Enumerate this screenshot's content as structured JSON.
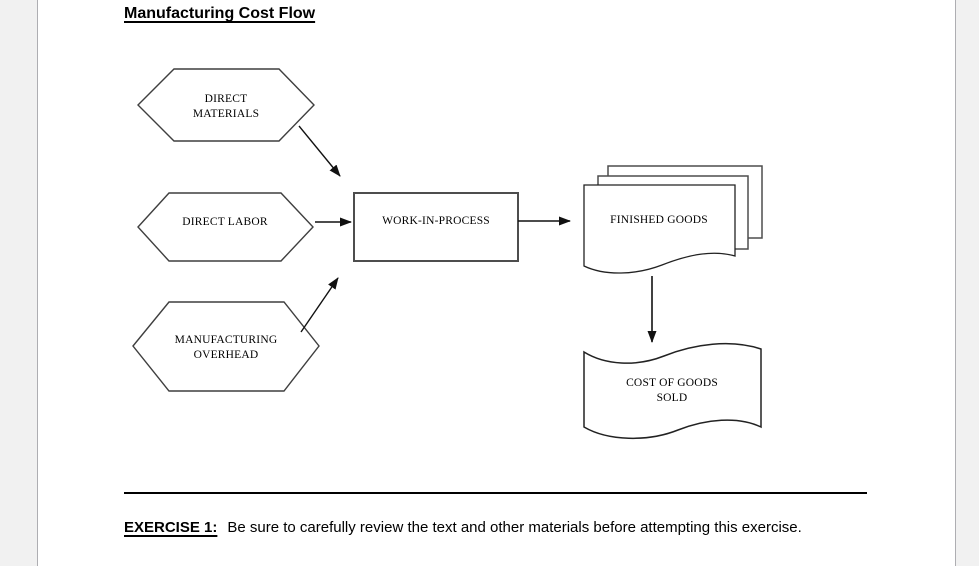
{
  "page": {
    "title": "Manufacturing Cost Flow"
  },
  "diagram": {
    "nodes": {
      "direct_materials": {
        "label": "DIRECT MATERIALS",
        "shape": "hexagon"
      },
      "direct_labor": {
        "label": "DIRECT LABOR",
        "shape": "hexagon"
      },
      "manufacturing_overhead": {
        "label": "MANUFACTURING OVERHEAD",
        "shape": "hexagon"
      },
      "work_in_process": {
        "label": "WORK-IN-PROCESS",
        "shape": "rectangle"
      },
      "finished_goods": {
        "label": "FINISHED GOODS",
        "shape": "multi-document"
      },
      "cost_of_goods_sold": {
        "label": "COST OF GOODS SOLD",
        "shape": "wave"
      }
    },
    "edges": [
      {
        "from": "direct_materials",
        "to": "work_in_process"
      },
      {
        "from": "direct_labor",
        "to": "work_in_process"
      },
      {
        "from": "manufacturing_overhead",
        "to": "work_in_process"
      },
      {
        "from": "work_in_process",
        "to": "finished_goods"
      },
      {
        "from": "finished_goods",
        "to": "cost_of_goods_sold"
      }
    ],
    "colors": {
      "shape_stroke": "#3f3f3f",
      "arrow": "#111111",
      "shape_fill": "#ffffff"
    }
  },
  "exercise": {
    "label": "EXERCISE 1:",
    "text": "Be sure to carefully review the text and other materials before attempting this exercise."
  },
  "colors": {
    "canvas_background": "#f1f1f1",
    "page_background": "#ffffff",
    "page_border": "#aeaeb2",
    "text": "#000000"
  }
}
